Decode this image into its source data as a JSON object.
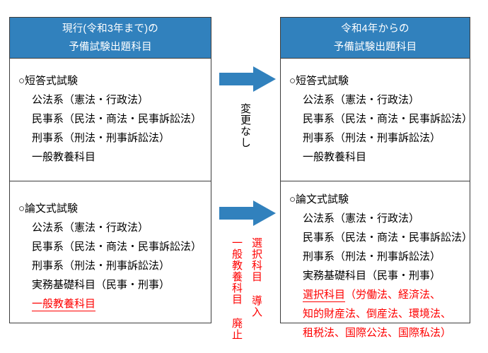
{
  "diagram": {
    "type": "comparison-flow",
    "accent_color": "#3181bd",
    "highlight_color": "#fe0000",
    "text_color": "#000000",
    "border_color": "#3d3d3d"
  },
  "left_panel": {
    "header_line1": "現行(令和3年まで)の",
    "header_line2": "予備試験出題科目",
    "sections": [
      {
        "title": "○短答式試験",
        "items": [
          {
            "text": "公法系（憲法・行政法）",
            "style": "normal"
          },
          {
            "text": "民事系（民法・商法・民事訴訟法）",
            "style": "normal"
          },
          {
            "text": "刑事系（刑法・刑事訴訟法）",
            "style": "normal"
          },
          {
            "text": "一般教養科目",
            "style": "normal"
          }
        ]
      },
      {
        "title": "○論文式試験",
        "items": [
          {
            "text": "公法系（憲法・行政法）",
            "style": "normal"
          },
          {
            "text": "民事系（民法・商法・民事訴訟法）",
            "style": "normal"
          },
          {
            "text": "刑事系（刑法・刑事訴訟法）",
            "style": "normal"
          },
          {
            "text": "実務基礎科目（民事・刑事）",
            "style": "normal"
          },
          {
            "text": "一般教養科目",
            "style": "red-underline"
          }
        ]
      }
    ]
  },
  "right_panel": {
    "header_line1": "令和4年からの",
    "header_line2": "予備試験出題科目",
    "sections": [
      {
        "title": "○短答式試験",
        "items": [
          {
            "text": "公法系（憲法・行政法）",
            "style": "normal"
          },
          {
            "text": "民事系（民法・商法・民事訴訟法）",
            "style": "normal"
          },
          {
            "text": "刑事系（刑法・刑事訴訟法）",
            "style": "normal"
          },
          {
            "text": "一般教養科目",
            "style": "normal"
          }
        ]
      },
      {
        "title": "○論文式試験",
        "items": [
          {
            "text": "公法系（憲法・行政法）",
            "style": "normal"
          },
          {
            "text": "民事系（民法・商法・民事訴訟法）",
            "style": "normal"
          },
          {
            "text": "刑事系（刑法・刑事訴訟法）",
            "style": "normal"
          },
          {
            "text": "実務基礎科目（民事・刑事）",
            "style": "normal"
          },
          {
            "text": "選択科目",
            "suffix": "（労働法、経済法、",
            "style": "red-underline-partial"
          },
          {
            "text": "知的財産法、倒産法、環境法、",
            "style": "red"
          },
          {
            "text": "租税法、国際公法、国際私法）",
            "style": "red"
          }
        ]
      }
    ]
  },
  "connectors": {
    "arrow_top": {
      "name": "right-arrow",
      "color": "#3181bd"
    },
    "arrow_bottom": {
      "name": "right-arrow",
      "color": "#3181bd"
    },
    "caption_top": "変更なし",
    "caption_bottom_right": "選択科目 導入",
    "caption_bottom_left": "一般教養科目 廃止"
  }
}
